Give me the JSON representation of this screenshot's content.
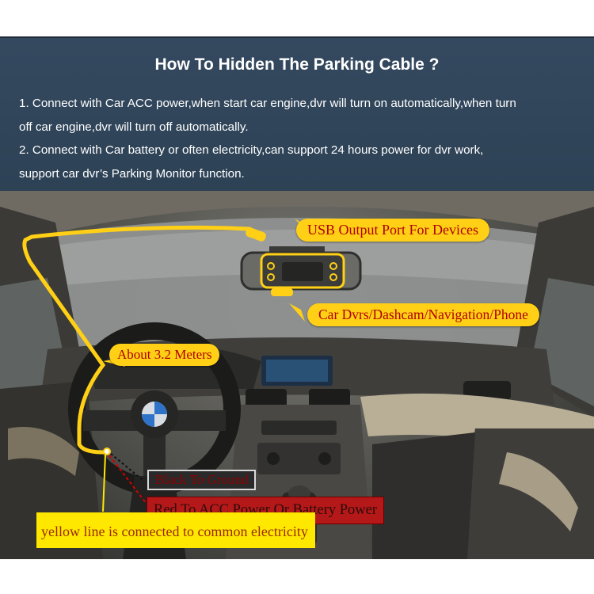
{
  "header": {
    "title": "How To Hidden The Parking Cable ?",
    "lines": [
      "1. Connect with Car ACC power,when start car engine,dvr will turn on automatically,when turn",
      "off car engine,dvr will turn off automatically.",
      "2. Connect with Car battery or often electricity,can support 24 hours power for dvr work,",
      "support car dvr’s Parking Monitor function."
    ]
  },
  "callouts": {
    "usb": "USB Output Port For Devices",
    "devices": "Car Dvrs/Dashcam/Navigation/Phone",
    "length": "About 3.2 Meters",
    "black": "Black To Ground",
    "red": "Red To ACC Power Or Battery Power",
    "yellow": "yellow line is connected to common electricity"
  },
  "colors": {
    "banner": "#34495f",
    "cable": "#ffd015",
    "red_wire": "#d40000"
  }
}
